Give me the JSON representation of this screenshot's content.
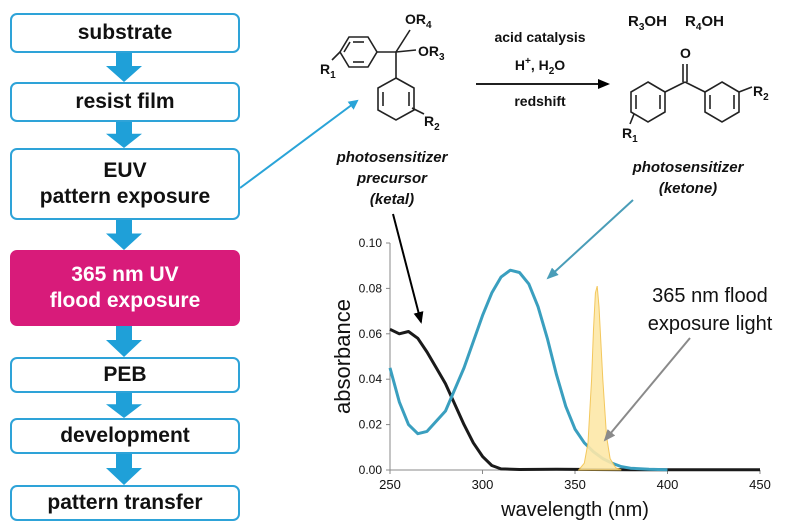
{
  "flow": {
    "steps": [
      {
        "label": "substrate"
      },
      {
        "label": "resist film"
      },
      {
        "label": "EUV\npattern exposure"
      },
      {
        "label": "365 nm UV\nflood exposure",
        "highlight": true
      },
      {
        "label": "PEB"
      },
      {
        "label": "development"
      },
      {
        "label": "pattern transfer"
      }
    ],
    "colors": {
      "border": "#2ea3d8",
      "arrow": "#1fa0d8",
      "highlight": "#d81b7a"
    }
  },
  "reaction": {
    "left_substituents": {
      "r1": "R",
      "r1_sub": "1",
      "r2": "R",
      "r2_sub": "2",
      "or4": "OR",
      "or4_sub": "4",
      "or3": "OR",
      "or3_sub": "3"
    },
    "right_substituents": {
      "r1": "R",
      "r1_sub": "1",
      "r2": "R",
      "r2_sub": "2",
      "oxygen": "O"
    },
    "byproducts": {
      "r3oh_a": "R",
      "r3oh_sub": "3",
      "r3oh_b": "OH",
      "r4oh_a": "R",
      "r4oh_sub": "4",
      "r4oh_b": "OH"
    },
    "arrow_top": "acid catalysis",
    "arrow_mid_h": "H",
    "arrow_mid_plus": "+",
    "arrow_mid_rest": ", H",
    "arrow_mid_sub": "2",
    "arrow_mid_o": "O",
    "arrow_bottom": "redshift",
    "precursor_label": [
      "photosensitizer",
      "precursor",
      "(ketal)"
    ],
    "ketone_label": [
      "photosensitizer",
      "(ketone)"
    ]
  },
  "chart_data": {
    "type": "line",
    "xlabel": "wavelength (nm)",
    "ylabel": "absorbance",
    "xlim": [
      250,
      450
    ],
    "ylim": [
      0,
      0.1
    ],
    "xticks": [
      "250",
      "300",
      "350",
      "400",
      "450"
    ],
    "yticks": [
      "0.00",
      "0.02",
      "0.04",
      "0.06",
      "0.08",
      "0.10"
    ],
    "grid": false,
    "annotation": [
      "365 nm flood",
      "exposure light"
    ],
    "series": [
      {
        "color": "#1a1a1a",
        "x": [
          250,
          255,
          260,
          265,
          270,
          275,
          280,
          285,
          290,
          295,
          300,
          305,
          310,
          320,
          340,
          360,
          380,
          400,
          420,
          450
        ],
        "y": [
          0.062,
          0.06,
          0.061,
          0.058,
          0.052,
          0.045,
          0.038,
          0.029,
          0.02,
          0.012,
          0.006,
          0.002,
          0.0005,
          0.0002,
          0.0003,
          0.0002,
          0.0001,
          0.0001,
          0.0001,
          0.0001
        ]
      },
      {
        "color": "#3a9fbf",
        "x": [
          250,
          255,
          260,
          265,
          270,
          280,
          290,
          300,
          305,
          310,
          315,
          320,
          325,
          330,
          335,
          340,
          345,
          350,
          355,
          360,
          365,
          370,
          375,
          380,
          390,
          400
        ],
        "y": [
          0.045,
          0.03,
          0.02,
          0.016,
          0.017,
          0.026,
          0.045,
          0.068,
          0.078,
          0.085,
          0.088,
          0.087,
          0.082,
          0.072,
          0.058,
          0.042,
          0.028,
          0.018,
          0.012,
          0.008,
          0.005,
          0.003,
          0.0015,
          0.0008,
          0.0003,
          0.0001
        ]
      },
      {
        "color": "#f2c24b",
        "fill": "#fde8a8",
        "x": [
          352,
          355,
          357,
          359,
          360,
          361,
          362,
          363,
          365,
          367,
          369,
          372,
          375
        ],
        "y": [
          0,
          0.003,
          0.012,
          0.04,
          0.062,
          0.078,
          0.081,
          0.072,
          0.04,
          0.015,
          0.005,
          0.001,
          0
        ]
      }
    ]
  }
}
